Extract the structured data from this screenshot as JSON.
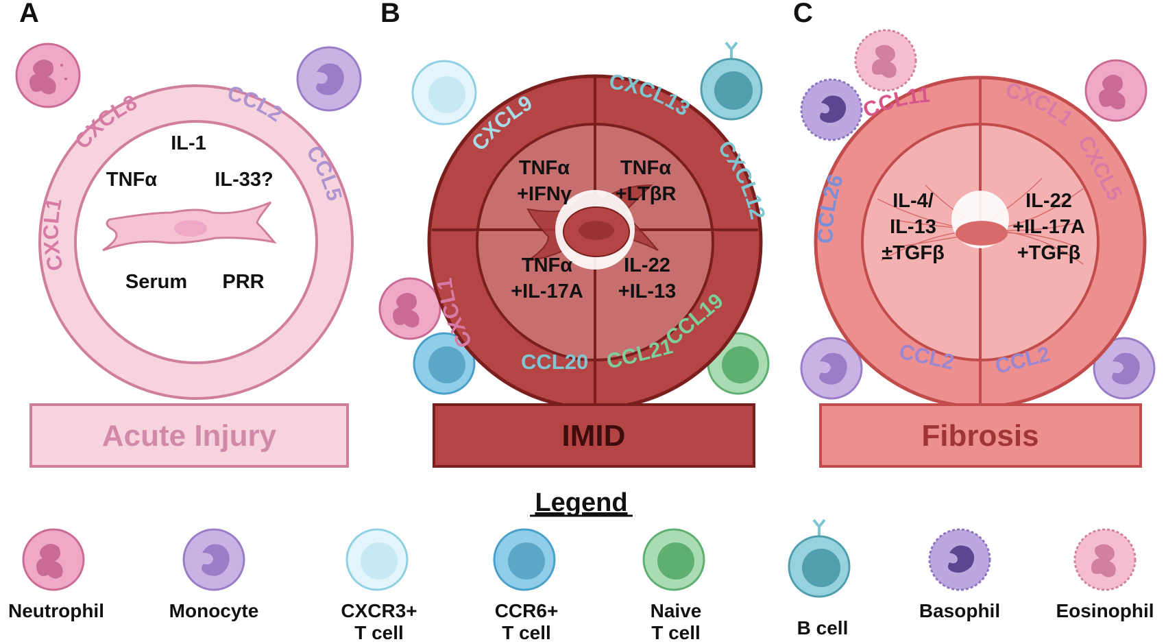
{
  "panels": [
    {
      "letter": "A",
      "title": "Acute Injury",
      "center_factors": [
        "IL-1",
        "TNFα",
        "IL-33?",
        "Serum",
        "PRR"
      ],
      "chemokines": [
        "CXCL1",
        "CXCL8",
        "CCL2",
        "CCL5"
      ]
    },
    {
      "letter": "B",
      "title": "IMID",
      "quadrants": [
        {
          "line1": "TNFα",
          "line2": "+IFNγ"
        },
        {
          "line1": "TNFα",
          "line2": "+LTβR"
        },
        {
          "line1": "TNFα",
          "line2": "+IL-17A"
        },
        {
          "line1": "IL-22",
          "line2": "+IL-13"
        }
      ],
      "chemokines": [
        "CXCL9",
        "CXCL13",
        "CXCL12",
        "CXCL1",
        "CCL20",
        "CCL21",
        "CCL19"
      ]
    },
    {
      "letter": "C",
      "title": "Fibrosis",
      "halves": [
        {
          "line1": "IL-4/",
          "line2": "IL-13",
          "line3": "±TGFβ"
        },
        {
          "line1": "IL-22",
          "line2": "+IL-17A",
          "line3": "+TGFβ"
        }
      ],
      "chemokines": [
        "CCL11",
        "CXCL1",
        "CCL26",
        "CXCL5",
        "CCL2",
        "CCL2"
      ]
    }
  ],
  "legend": {
    "title": "Legend",
    "items": [
      {
        "line1": "Neutrophil",
        "line2": "",
        "icon": "neutrophil-icon"
      },
      {
        "line1": "Monocyte",
        "line2": "",
        "icon": "monocyte-icon"
      },
      {
        "line1": "CXCR3+",
        "line2": "T cell",
        "icon": "cxcr3-t-cell-icon"
      },
      {
        "line1": "CCR6+",
        "line2": "T cell",
        "icon": "ccr6-t-cell-icon"
      },
      {
        "line1": "Naive",
        "line2": "T cell",
        "icon": "naive-t-cell-icon"
      },
      {
        "line1": "B cell",
        "line2": "",
        "icon": "b-cell-icon"
      },
      {
        "line1": "Basophil",
        "line2": "",
        "icon": "basophil-icon"
      },
      {
        "line1": "Eosinophil",
        "line2": "",
        "icon": "eosinophil-icon"
      }
    ]
  },
  "colors": {
    "acute_ring": "#f7d3dd",
    "acute_border": "#cf7f9d",
    "imid_ring": "#b54545",
    "imid_inner": "#c76e6e",
    "imid_border": "#7a1e1e",
    "fibrosis_ring": "#ee8f8f",
    "fibrosis_inner": "#f4b1b1",
    "fibrosis_border": "#c24b4b",
    "chemo_pink": "#d77aa6",
    "chemo_purple": "#ad94d0",
    "chemo_teal": "#7fc6d3",
    "chemo_green": "#7ccf9a",
    "chemo_blue": "#7b8fd6"
  }
}
